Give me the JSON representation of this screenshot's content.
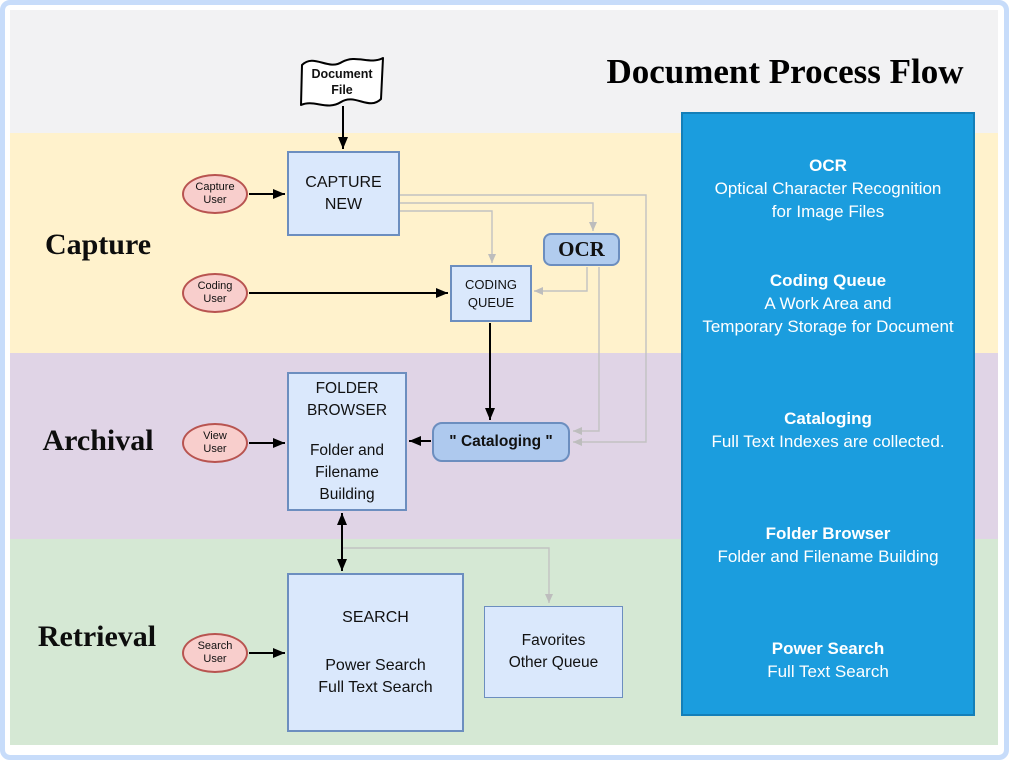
{
  "title": "Document Process Flow",
  "lanes": [
    {
      "label": "Capture",
      "color": "#fff2cc"
    },
    {
      "label": "Archival",
      "color": "#e0d4e6"
    },
    {
      "label": "Retrieval",
      "color": "#d5e8d4"
    }
  ],
  "nodes": {
    "document_file": {
      "lines": [
        "Document",
        "File"
      ]
    },
    "capture_new": {
      "lines": [
        "CAPTURE",
        "NEW"
      ]
    },
    "ocr": {
      "label": "OCR"
    },
    "coding_queue": {
      "lines": [
        "CODING",
        "QUEUE"
      ]
    },
    "folder_browser": {
      "title": "FOLDER BROWSER",
      "subtitle": "Folder and Filename Building"
    },
    "cataloging": {
      "label": "\" Cataloging \""
    },
    "search": {
      "title": "SEARCH",
      "lines": [
        "Power Search",
        "Full Text Search"
      ]
    },
    "favorites": {
      "lines": [
        "Favorites",
        "Other Queue"
      ]
    }
  },
  "actors": [
    {
      "lines": [
        "Capture",
        "User"
      ]
    },
    {
      "lines": [
        "Coding",
        "User"
      ]
    },
    {
      "lines": [
        "View",
        "User"
      ]
    },
    {
      "lines": [
        "Search",
        "User"
      ]
    }
  ],
  "legend": {
    "sections": [
      {
        "heading": "OCR",
        "lines": [
          "Optical Character Recognition",
          "for Image Files"
        ]
      },
      {
        "heading": "Coding Queue",
        "lines": [
          "A Work Area and",
          "Temporary Storage for Document"
        ]
      },
      {
        "heading": "Cataloging",
        "lines": [
          "Full Text Indexes are collected."
        ]
      },
      {
        "heading": "Folder Browser",
        "lines": [
          "Folder and Filename Building"
        ]
      },
      {
        "heading": "Power Search",
        "lines": [
          "Full Text Search"
        ]
      }
    ]
  },
  "colors": {
    "panel_blue": "#1b9dde",
    "node_fill": "#dae8fc",
    "node_border": "#6c8ebf",
    "rounded_node_fill": "#b1ccee",
    "actor_fill": "#f8cecc",
    "actor_border": "#b85450",
    "lane_capture": "#fff2cc",
    "lane_archival": "#e0d4e6",
    "lane_retrieval": "#d5e8d4",
    "feedback_line_gray": "#bdbdbd",
    "frame_border": "#c7dcfa"
  }
}
